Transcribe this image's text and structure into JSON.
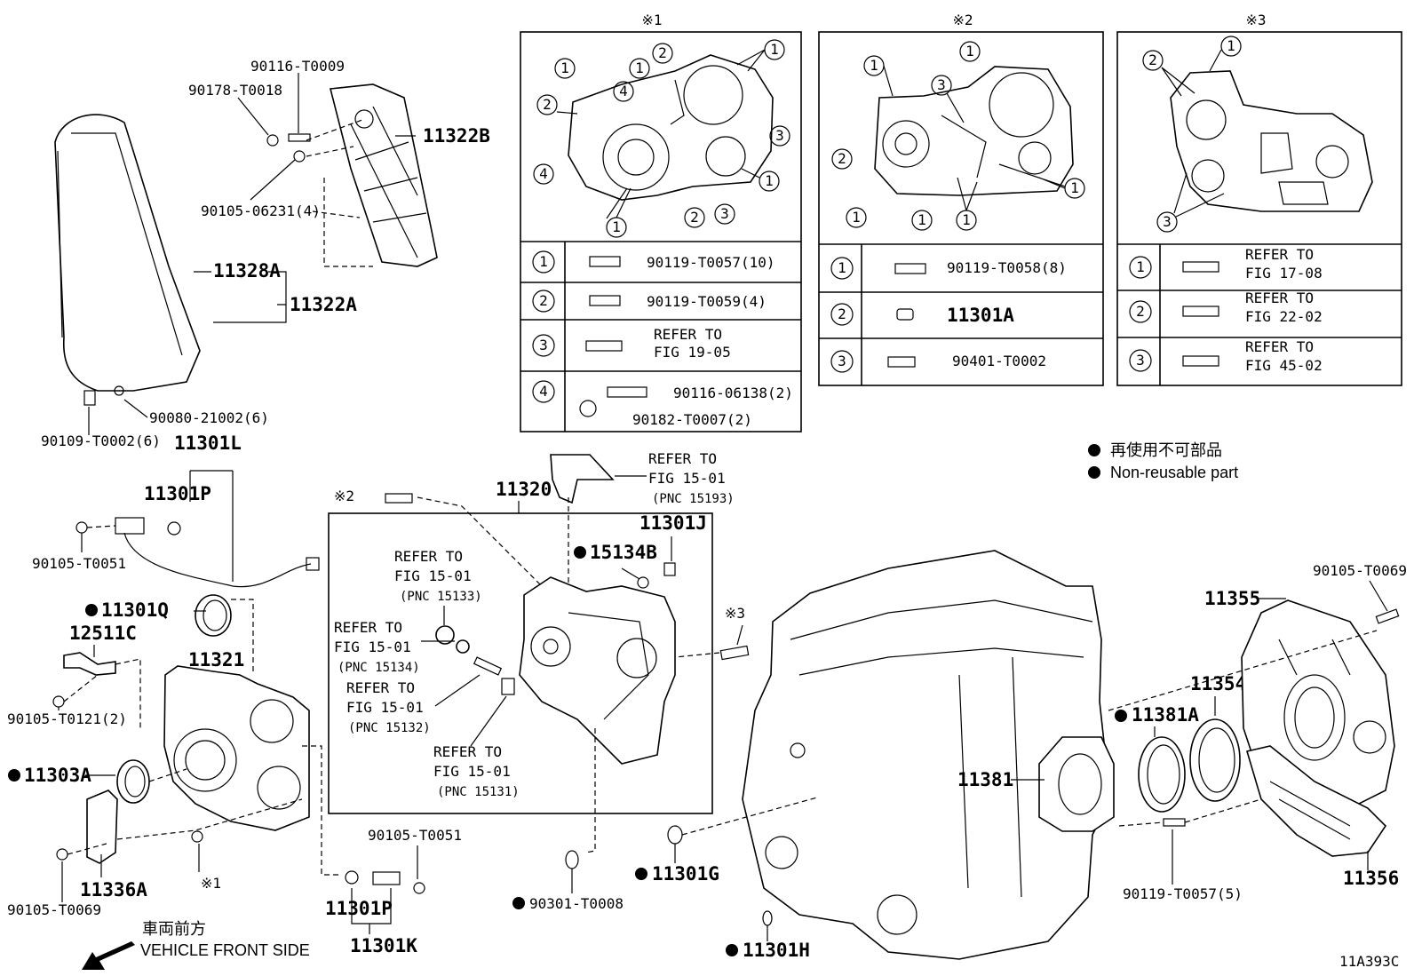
{
  "diagram_id": "11A393C",
  "callout_marks": {
    "sub1": "※1",
    "sub2": "※2",
    "sub3": "※3"
  },
  "legend": {
    "jp": "再使用不可部品",
    "en": "Non-reusable part"
  },
  "direction": {
    "jp": "車両前方",
    "en": "VEHICLE FRONT SIDE"
  },
  "circled_numbers": [
    "1",
    "2",
    "3",
    "4"
  ],
  "table1": [
    {
      "num": "1",
      "part": "90119-T0057(10)"
    },
    {
      "num": "2",
      "part": "90119-T0059(4)"
    },
    {
      "num": "3",
      "line1": "REFER TO",
      "line2": "FIG 19-05"
    },
    {
      "num": "4",
      "part_a": "90116-06138(2)",
      "part_b": "90182-T0007(2)"
    }
  ],
  "table2": [
    {
      "num": "1",
      "part": "90119-T0058(8)"
    },
    {
      "num": "2",
      "part": "11301A"
    },
    {
      "num": "3",
      "part": "90401-T0002"
    }
  ],
  "table3": [
    {
      "num": "1",
      "line1": "REFER TO",
      "line2": "FIG 17-08"
    },
    {
      "num": "2",
      "line1": "REFER TO",
      "line2": "FIG 22-02"
    },
    {
      "num": "3",
      "line1": "REFER TO",
      "line2": "FIG 45-02"
    }
  ],
  "labels": {
    "p90116_T0009": "90116-T0009",
    "p90178_T0018": "90178-T0018",
    "p11322B": "11322B",
    "p90105_06231": "90105-06231(4)",
    "p11328A": "11328A",
    "p11322A": "11322A",
    "p90080_21002": "90080-21002(6)",
    "p90109_T0002": "90109-T0002(6)",
    "p11301L": "11301L",
    "p11301P_top": "11301P",
    "p90105_T0051_left": "90105-T0051",
    "p11301Q": "11301Q",
    "p12511C": "12511C",
    "p11321": "11321",
    "p90105_T0121": "90105-T0121(2)",
    "p11303A": "11303A",
    "p90105_T0069_left": "90105-T0069",
    "p11336A": "11336A",
    "p11320": "11320",
    "p11301J": "11301J",
    "p15134B": "15134B",
    "ref_15193_a": "REFER TO",
    "ref_15193_b": "FIG 15-01",
    "ref_15193_c": "(PNC 15193)",
    "ref_15133_a": "REFER TO",
    "ref_15133_b": "FIG 15-01",
    "ref_15133_c": "(PNC 15133)",
    "ref_15134_a": "REFER TO",
    "ref_15134_b": "FIG 15-01",
    "ref_15134_c": "(PNC 15134)",
    "ref_15132_a": "REFER TO",
    "ref_15132_b": "FIG 15-01",
    "ref_15132_c": "(PNC 15132)",
    "ref_15131_a": "REFER TO",
    "ref_15131_b": "FIG 15-01",
    "ref_15131_c": "(PNC 15131)",
    "p90105_T0051_bottom": "90105-T0051",
    "p11301P_bottom": "11301P",
    "p11301K": "11301K",
    "p90301_T0008": "90301-T0008",
    "p11301G": "11301G",
    "p11301H": "11301H",
    "p11381": "11381",
    "p11381A": "11381A",
    "p11354": "11354",
    "p11355": "11355",
    "p90105_T0069_right": "90105-T0069",
    "p11356": "11356",
    "p90119_T0057_5": "90119-T0057(5)"
  }
}
